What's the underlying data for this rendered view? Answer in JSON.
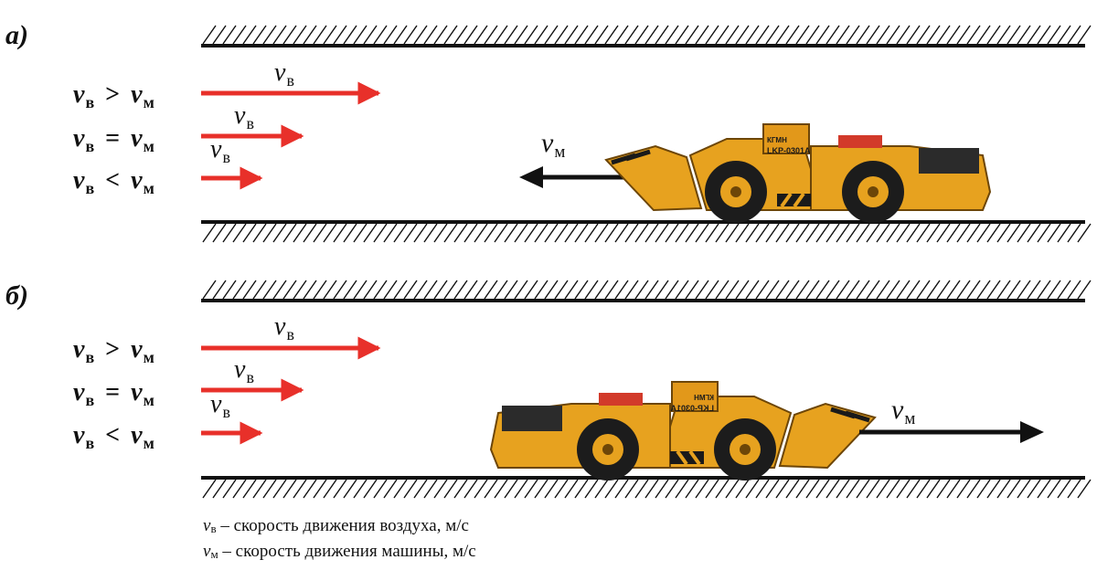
{
  "colors": {
    "air_arrow": "#e8302a",
    "machine_arrow": "#111111",
    "loader_body": "#e7a21f",
    "loader_dark": "#8a5a10",
    "tire": "#1c1c1c"
  },
  "panels": [
    {
      "label": "а)",
      "air_arrow_label": "v",
      "air_arrow_sub": "в",
      "conditions": [
        {
          "v1": "v",
          "s1": "в",
          "op": ">",
          "v2": "v",
          "s2": "м"
        },
        {
          "v1": "v",
          "s1": "в",
          "op": "=",
          "v2": "v",
          "s2": "м"
        },
        {
          "v1": "v",
          "s1": "в",
          "op": "<",
          "v2": "v",
          "s2": "м"
        }
      ],
      "machine_arrow_label": "v",
      "machine_arrow_sub": "м",
      "machine_direction": "left",
      "loader_text_1": "КГМН",
      "loader_text_2": "LKP-0301A"
    },
    {
      "label": "б)",
      "air_arrow_label": "v",
      "air_arrow_sub": "в",
      "conditions": [
        {
          "v1": "v",
          "s1": "в",
          "op": ">",
          "v2": "v",
          "s2": "м"
        },
        {
          "v1": "v",
          "s1": "в",
          "op": "=",
          "v2": "v",
          "s2": "м"
        },
        {
          "v1": "v",
          "s1": "в",
          "op": "<",
          "v2": "v",
          "s2": "м"
        }
      ],
      "machine_arrow_label": "v",
      "machine_arrow_sub": "м",
      "machine_direction": "right",
      "loader_text_1": "КГМН",
      "loader_text_2": "LKP-0301A"
    }
  ],
  "legend": [
    {
      "sym": "v",
      "sub": "в",
      "text": " – скорость движения воздуха, м/с"
    },
    {
      "sym": "v",
      "sub": "м",
      "text": " – скорость движения машины, м/с"
    }
  ]
}
